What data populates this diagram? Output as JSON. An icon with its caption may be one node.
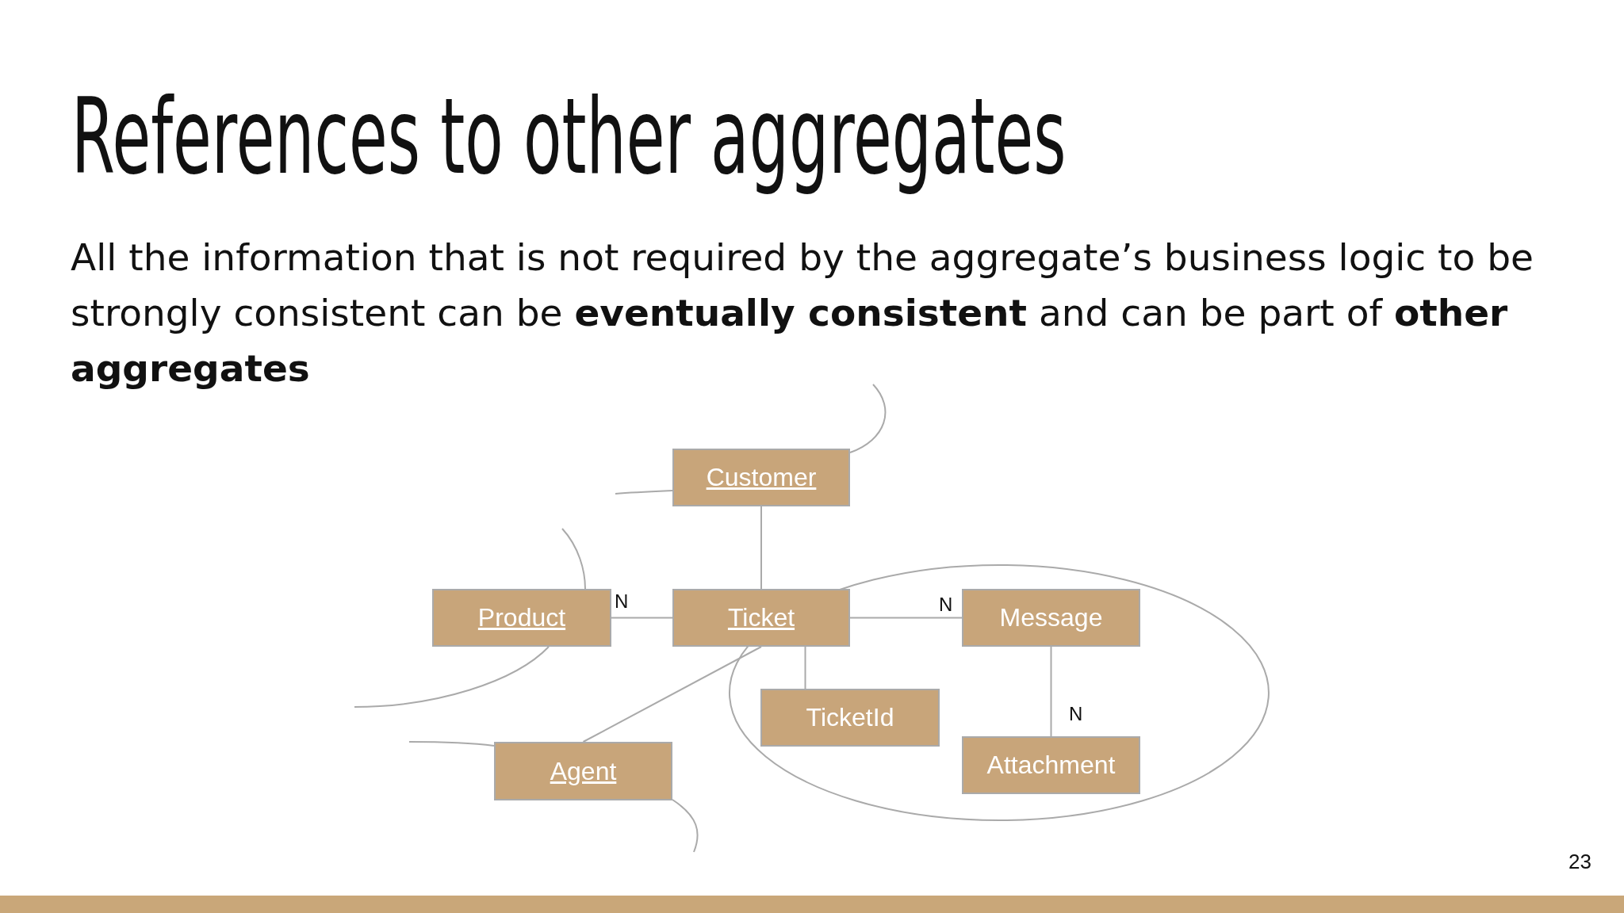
{
  "diagram": {
    "title": "References to other aggregates",
    "nodes": [
      {
        "text": [
          "Customer"
        ]
      },
      {
        "text": [
          "Product"
        ]
      },
      {
        "text": [
          "Ticket"
        ]
      },
      {
        "text": [
          "Message"
        ]
      },
      {
        "text": [
          "TicketId"
        ]
      },
      {
        "text": [
          "Agent"
        ]
      },
      {
        "text": [
          "Attachment"
        ]
      }
    ],
    "edges": [
      {
        "from": 0,
        "to": 2,
        "arrow": "none"
      },
      {
        "from": 1,
        "to": 2,
        "arrow": "none",
        "label": "N"
      },
      {
        "from": 2,
        "to": 3,
        "arrow": "none",
        "label": "N"
      },
      {
        "from": 2,
        "to": 4,
        "arrow": "none"
      },
      {
        "from": 2,
        "to": 5,
        "arrow": "none"
      },
      {
        "from": 3,
        "to": 6,
        "arrow": "none",
        "label": "N"
      }
    ],
    "labels": [
      "All the information that is not required by the aggregate’s business logic to be strongly consistent can be **eventually consistent** and can be part of **other aggregates**",
      "23"
    ]
  }
}
